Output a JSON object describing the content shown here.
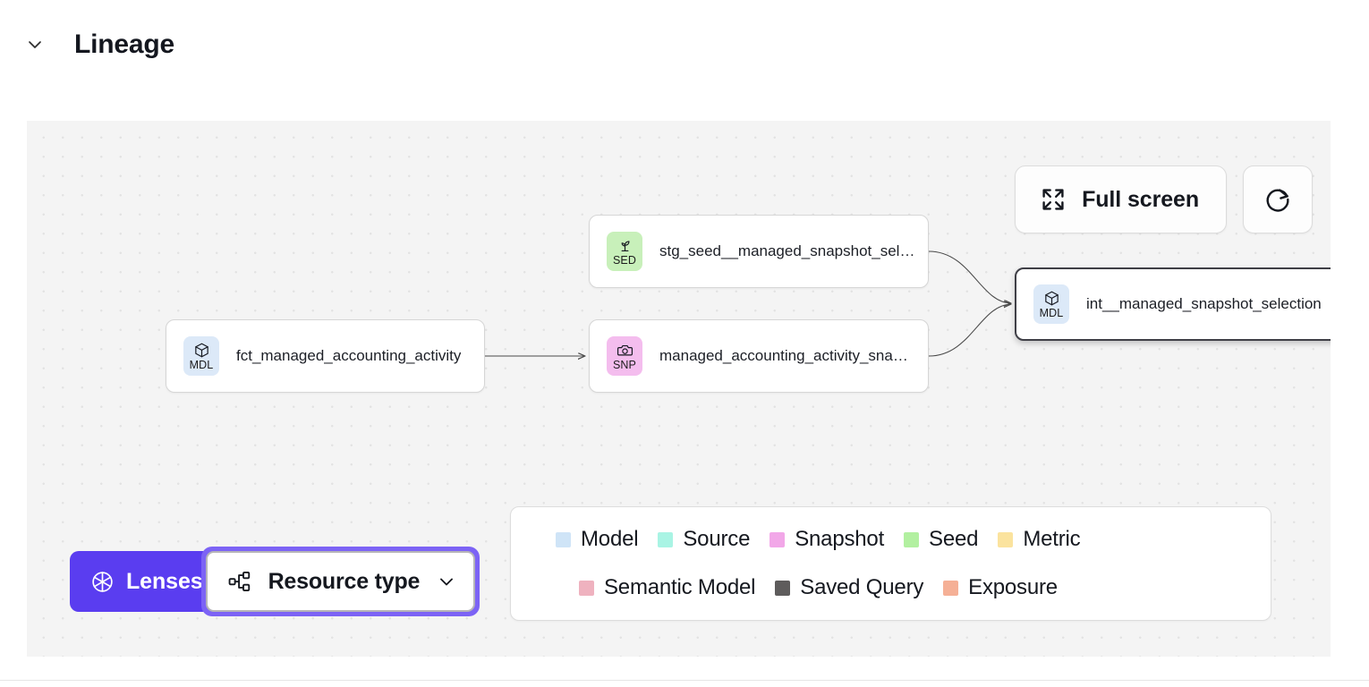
{
  "header": {
    "title": "Lineage",
    "toggle_icon": "chevron-down-icon"
  },
  "canvas": {
    "toolbar": {
      "fullscreen_label": "Full screen",
      "fullscreen_icon": "expand-icon",
      "refresh_icon": "refresh-icon"
    },
    "nodes": [
      {
        "id": "fct_managed_accounting_activity",
        "label": "fct_managed_accounting_activity",
        "abbr": "MDL",
        "type": "model",
        "icon": "cube-icon",
        "selected": false
      },
      {
        "id": "stg_seed__managed_snapshot_selection",
        "label": "stg_seed__managed_snapshot_selecti...",
        "abbr": "SED",
        "type": "seed",
        "icon": "sprout-icon",
        "selected": false
      },
      {
        "id": "managed_accounting_activity_snapshot",
        "label": "managed_accounting_activity_snapshot",
        "abbr": "SNP",
        "type": "snapshot",
        "icon": "camera-icon",
        "selected": false
      },
      {
        "id": "int__managed_snapshot_selection",
        "label": "int__managed_snapshot_selection",
        "abbr": "MDL",
        "type": "model",
        "icon": "cube-icon",
        "selected": true
      }
    ]
  },
  "lenses": {
    "button_label": "Lenses",
    "button_icon": "aperture-icon",
    "button_color": "#5a3df0",
    "resource_type": {
      "label": "Resource type",
      "icon": "hierarchy-icon",
      "chevron_icon": "chevron-down-icon",
      "focused": true
    }
  },
  "legend": {
    "row1": [
      {
        "label": "Model",
        "color": "#cfe4f7"
      },
      {
        "label": "Source",
        "color": "#a9f4e4"
      },
      {
        "label": "Snapshot",
        "color": "#f2a7e8"
      },
      {
        "label": "Seed",
        "color": "#b2f0a0"
      },
      {
        "label": "Metric",
        "color": "#fbe39e"
      }
    ],
    "row2": [
      {
        "label": "Semantic Model",
        "color": "#efb2bf"
      },
      {
        "label": "Saved Query",
        "color": "#5e5c5c"
      },
      {
        "label": "Exposure",
        "color": "#f5b096"
      }
    ]
  }
}
